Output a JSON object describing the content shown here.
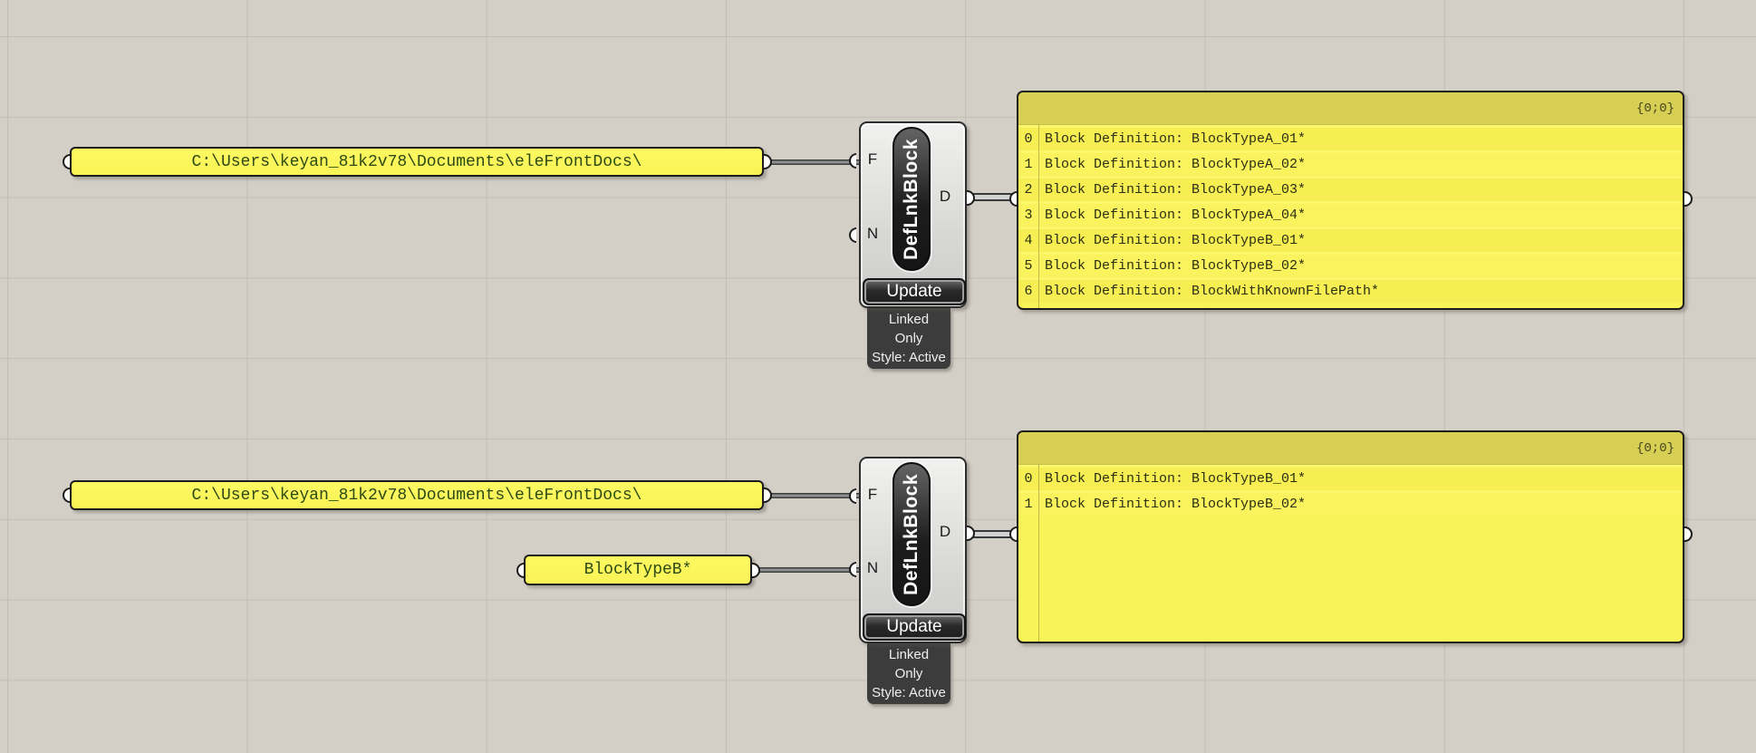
{
  "colors": {
    "canvas_bg": "#d3cfc7",
    "grid_line": "#c2beb6",
    "panel_yellow": "#f9f35a",
    "panel_header_olive": "#d6cf53",
    "component_dark": "#3c3c3c",
    "wire_gray": "#8f8f8f"
  },
  "path_panel_top": {
    "text": "C:\\Users\\keyan_81k2v78\\Documents\\eleFrontDocs\\"
  },
  "path_panel_bottom": {
    "text": "C:\\Users\\keyan_81k2v78\\Documents\\eleFrontDocs\\"
  },
  "name_panel": {
    "text": "BlockTypeB*"
  },
  "component_top": {
    "label": "DefLnkBlock",
    "input_f": "F",
    "input_n": "N",
    "output_d": "D",
    "button": "Update",
    "tag_line1": "Linked",
    "tag_line2": "Only",
    "tag_line3": "Style: Active"
  },
  "component_bottom": {
    "label": "DefLnkBlock",
    "input_f": "F",
    "input_n": "N",
    "output_d": "D",
    "button": "Update",
    "tag_line1": "Linked",
    "tag_line2": "Only",
    "tag_line3": "Style: Active"
  },
  "output_panel_top": {
    "path_badge": "{0;0}",
    "rows": [
      {
        "index": "0",
        "text": "Block Definition: BlockTypeA_01*"
      },
      {
        "index": "1",
        "text": "Block Definition: BlockTypeA_02*"
      },
      {
        "index": "2",
        "text": "Block Definition: BlockTypeA_03*"
      },
      {
        "index": "3",
        "text": "Block Definition: BlockTypeA_04*"
      },
      {
        "index": "4",
        "text": "Block Definition: BlockTypeB_01*"
      },
      {
        "index": "5",
        "text": "Block Definition: BlockTypeB_02*"
      },
      {
        "index": "6",
        "text": "Block Definition: BlockWithKnownFilePath*"
      }
    ]
  },
  "output_panel_bottom": {
    "path_badge": "{0;0}",
    "rows": [
      {
        "index": "0",
        "text": "Block Definition: BlockTypeB_01*"
      },
      {
        "index": "1",
        "text": "Block Definition: BlockTypeB_02*"
      }
    ]
  }
}
